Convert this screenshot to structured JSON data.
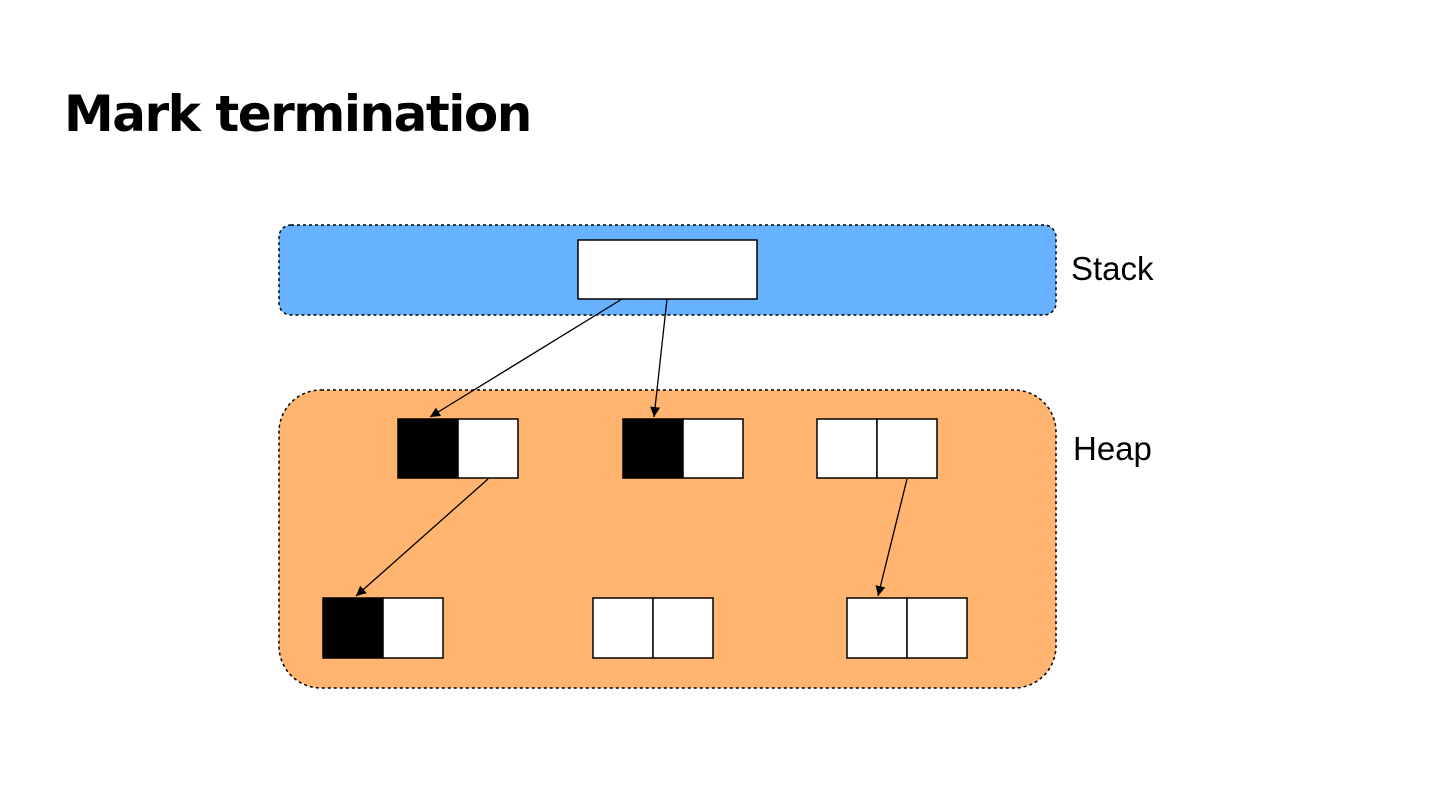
{
  "slide": {
    "title": "Mark termination"
  },
  "diagram": {
    "regions": {
      "stack": {
        "label": "Stack",
        "color": "#66b2ff"
      },
      "heap": {
        "label": "Heap",
        "color": "#ffb570"
      }
    },
    "objects": [
      {
        "id": "stack-root",
        "region": "stack",
        "marked": false
      },
      {
        "id": "heap-obj-1",
        "region": "heap",
        "marked": true
      },
      {
        "id": "heap-obj-2",
        "region": "heap",
        "marked": true
      },
      {
        "id": "heap-obj-3",
        "region": "heap",
        "marked": false
      },
      {
        "id": "heap-obj-4",
        "region": "heap",
        "marked": true
      },
      {
        "id": "heap-obj-5",
        "region": "heap",
        "marked": false
      },
      {
        "id": "heap-obj-6",
        "region": "heap",
        "marked": false
      }
    ],
    "references": [
      {
        "from": "stack-root",
        "to": "heap-obj-1"
      },
      {
        "from": "stack-root",
        "to": "heap-obj-2"
      },
      {
        "from": "heap-obj-1",
        "to": "heap-obj-4"
      },
      {
        "from": "heap-obj-3",
        "to": "heap-obj-6"
      }
    ]
  }
}
